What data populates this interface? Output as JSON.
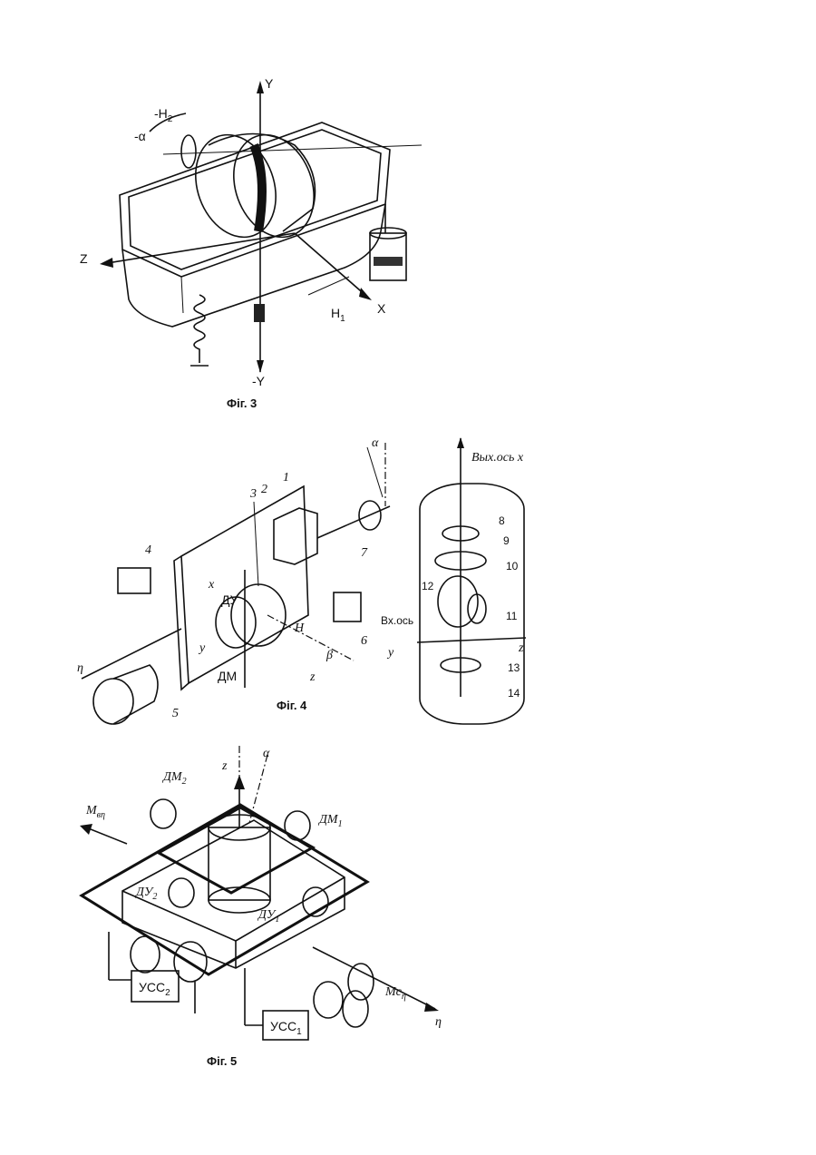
{
  "fig3": {
    "caption": "Фіг. 3",
    "labels": {
      "y_top": "Y",
      "y_bottom": "-Y",
      "z": "Z",
      "x": "X",
      "h1": "H",
      "h1_sub": "1",
      "h2": "-H",
      "h2_sub": "2",
      "alpha": "-α"
    }
  },
  "fig4": {
    "caption": "Фіг. 4",
    "labels": {
      "n1": "1",
      "n2": "2",
      "n3": "3",
      "n4": "4",
      "n5": "5",
      "n6": "6",
      "n7": "7",
      "n8": "8",
      "n9": "9",
      "n10": "10",
      "n11": "11",
      "n12": "12",
      "n13": "13",
      "n14": "14",
      "alpha": "α",
      "x": "x",
      "du": "ДУ",
      "dm": "ДМ",
      "y": "y",
      "z": "z",
      "h": "H",
      "beta": "β",
      "eta": "η",
      "out_axis": "Вых.ось",
      "out_x": "x",
      "in_axis": "Вх.ось",
      "y2": "y",
      "z2": "z"
    }
  },
  "fig5": {
    "caption": "Фіг. 5",
    "labels": {
      "z": "z",
      "alpha": "α",
      "dm2": "ДМ",
      "dm2_sub": "2",
      "dm1": "ДМ",
      "dm1_sub": "1",
      "mv": "M",
      "mv_sub": "вη",
      "du2": "ДУ",
      "du2_sub": "2",
      "du1": "ДУ",
      "du1_sub": "1",
      "ucc2": "УСС",
      "ucc2_sub": "2",
      "ucc1": "УСС",
      "ucc1_sub": "1",
      "mc": "Mc",
      "mc_sub": "η",
      "eta": "η"
    }
  }
}
